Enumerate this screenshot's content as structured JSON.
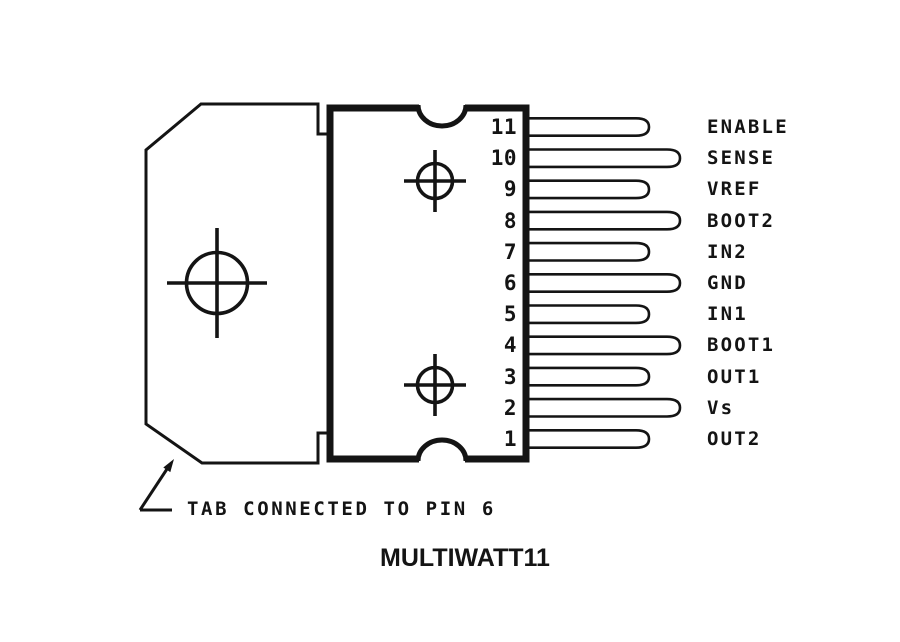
{
  "title": "MULTIWATT11",
  "annotation": "TAB CONNECTED TO PIN 6",
  "colors": {
    "line": "#141414",
    "background": "#ffffff"
  },
  "pins": [
    {
      "number": "11",
      "label": "ENABLE",
      "lead": "short"
    },
    {
      "number": "10",
      "label": "SENSE",
      "lead": "long"
    },
    {
      "number": "9",
      "label": "VREF",
      "lead": "short"
    },
    {
      "number": "8",
      "label": "BOOT2",
      "lead": "long"
    },
    {
      "number": "7",
      "label": "IN2",
      "lead": "short"
    },
    {
      "number": "6",
      "label": "GND",
      "lead": "long"
    },
    {
      "number": "5",
      "label": "IN1",
      "lead": "short"
    },
    {
      "number": "4",
      "label": "BOOT1",
      "lead": "long"
    },
    {
      "number": "3",
      "label": "OUT1",
      "lead": "short"
    },
    {
      "number": "2",
      "label": "Vs",
      "lead": "long"
    },
    {
      "number": "1",
      "label": "OUT2",
      "lead": "short"
    }
  ]
}
